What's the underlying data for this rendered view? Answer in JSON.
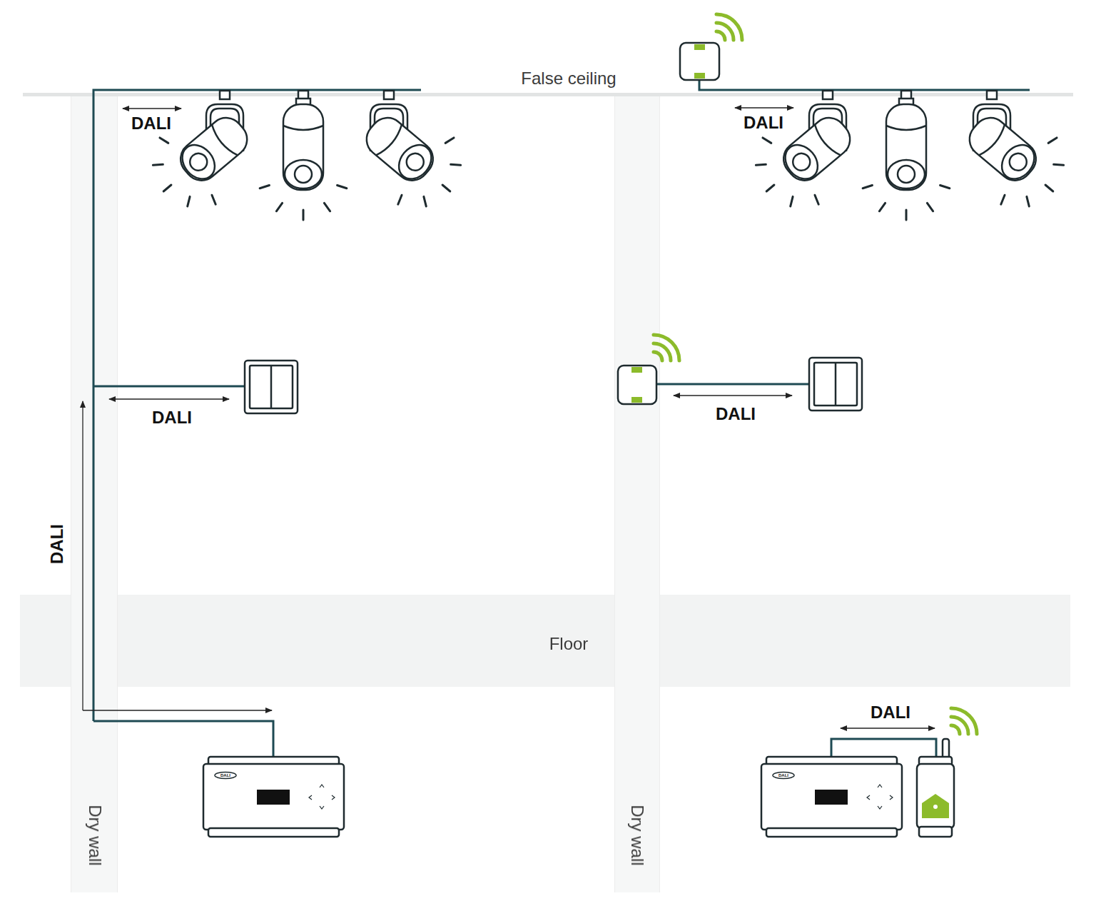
{
  "diagram": {
    "nodes": [
      {
        "text": [
          "Floor"
        ]
      },
      {
        "text": [
          "Dry wall"
        ]
      },
      {
        "text": [
          "Dry wall"
        ]
      }
    ],
    "labels": [
      "False ceiling",
      "DALI",
      "DALI",
      "DALI",
      "DALI",
      "DALI",
      "DALI",
      "DALI",
      "DALI"
    ]
  }
}
